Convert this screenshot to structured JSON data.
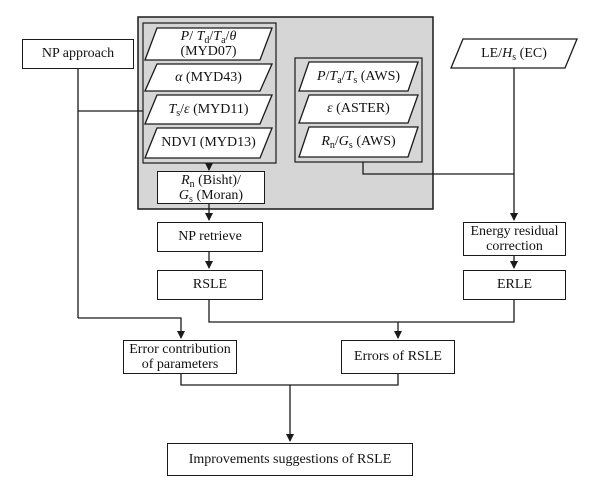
{
  "nodes": {
    "np_approach": "NP approach",
    "le_hs_ec": {
      "le": "LE/",
      "h": "H",
      "sub_s": "s",
      "rest": " (EC)"
    },
    "myd07": {
      "p": "P",
      "sep1": "/ ",
      "t1": "T",
      "sub_d": "d",
      "sep2": "/",
      "t2": "T",
      "sub_a": "a",
      "sep3": "/",
      "theta": "θ",
      "src": "(MYD07)"
    },
    "myd43": {
      "alpha": "α",
      "src": " (MYD43)"
    },
    "myd11": {
      "t": "T",
      "sub_s": "s",
      "sep": "/",
      "eps": "ε",
      "src": " (MYD11)"
    },
    "myd13": "NDVI (MYD13)",
    "aws1": {
      "p": "P",
      "sep1": "/",
      "t1": "T",
      "sub_a": "a",
      "sep2": "/",
      "t2": "T",
      "sub_s": "s",
      "src": " (AWS)"
    },
    "aster": {
      "eps": "ε",
      "src": " (ASTER)"
    },
    "aws2": {
      "r": "R",
      "sub_n": "n",
      "sep": "/",
      "g": "G",
      "sub_s": "s",
      "src": " (AWS)"
    },
    "rn_gs": {
      "r": "R",
      "sub_n": "n",
      "bisht": " (Bisht)/",
      "g": "G",
      "sub_s": "s",
      "moran": " (Moran)"
    },
    "np_retrieve": "NP retrieve",
    "energy_residual": [
      "Energy residual",
      "correction"
    ],
    "rsle": "RSLE",
    "erle": "ERLE",
    "error_contribution": [
      "Error contribution",
      "of parameters"
    ],
    "errors_rsle": "Errors of RSLE",
    "improvements": "Improvements suggestions of RSLE"
  },
  "colors": {
    "panel": "#d6d6d6",
    "stroke": "#1a1a1a",
    "text": "#111111"
  }
}
